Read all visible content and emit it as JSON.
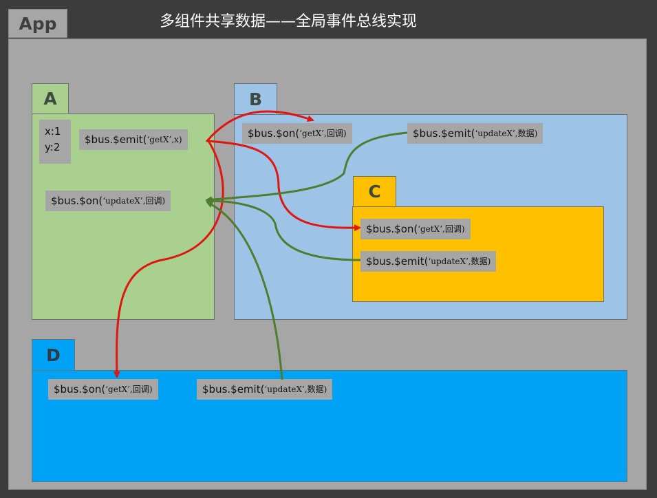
{
  "header": {
    "app_label": "App",
    "title": "多组件共享数据——全局事件总线实现"
  },
  "components": {
    "A": {
      "label": "A",
      "state_x": "x:1",
      "state_y": "y:2",
      "emit": {
        "main": "$bus.$emit(",
        "arg": "‘getX’,x)"
      },
      "on": {
        "main": "$bus.$on(",
        "arg": "‘updateX’,回调)"
      }
    },
    "B": {
      "label": "B",
      "on": {
        "main": "$bus.$on(",
        "arg": "‘getX’,回调)"
      },
      "emit": {
        "main": "$bus.$emit(",
        "arg": "‘updateX’,数据)"
      }
    },
    "C": {
      "label": "C",
      "on": {
        "main": "$bus.$on(",
        "arg": "‘getX’,回调)"
      },
      "emit": {
        "main": "$bus.$emit(",
        "arg": "‘updateX’,数据)"
      }
    },
    "D": {
      "label": "D",
      "on": {
        "main": "$bus.$on(",
        "arg": "‘getX’,回调)"
      },
      "emit": {
        "main": "$bus.$emit(",
        "arg": "‘updateX’,数据)"
      }
    }
  },
  "colors": {
    "background": "#3c3c3c",
    "app_gray": "#a6a6a6",
    "component_a": "#a9d08e",
    "component_b": "#9dc3e6",
    "component_c": "#ffc000",
    "component_d": "#00a2f5",
    "getx_arrow": "#e0160e",
    "updatex_arrow": "#4e7d2e"
  }
}
